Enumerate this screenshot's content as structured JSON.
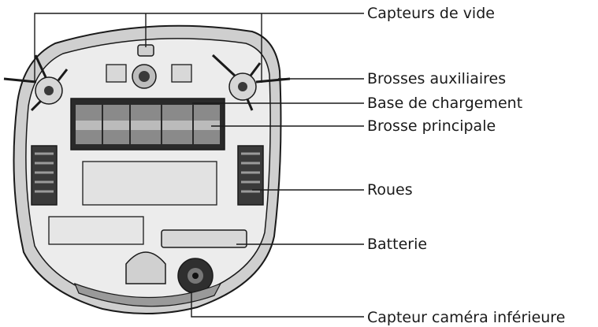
{
  "labels": {
    "capteurs_de_vide": "Capteurs de vide",
    "brosses_auxiliaires": "Brosses auxiliaires",
    "base_de_chargement": "Base de chargement",
    "brosse_principale": "Brosse principale",
    "roues": "Roues",
    "batterie": "Batterie",
    "capteur_camera_inferieure": "Capteur caméra inférieure"
  },
  "colors": {
    "line": "#1a1a1a",
    "body_fill": "#e6e6e6",
    "rim_fill": "#cfcfcf",
    "dark": "#3a3a3a"
  }
}
